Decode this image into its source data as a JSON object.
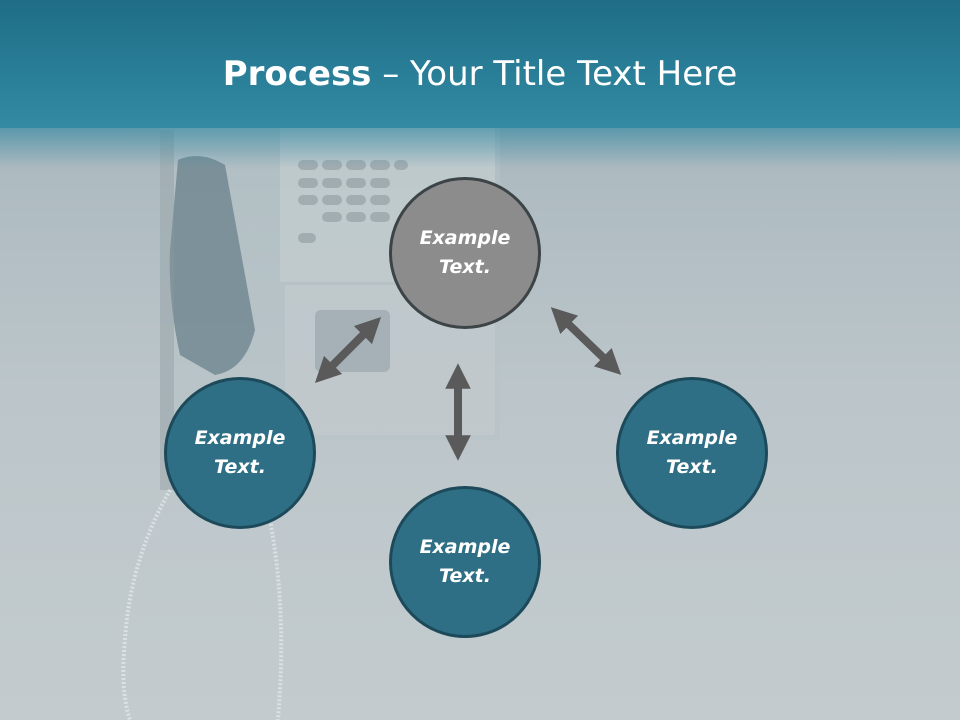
{
  "slide": {
    "title_bold": "Process",
    "title_rest": " – Your Title Text Here"
  },
  "nodes": {
    "top": "Example Text.",
    "left": "Example Text.",
    "bottom": "Example Text.",
    "right": "Example Text."
  },
  "colors": {
    "header": "#2a7f98",
    "node_fill": "#2f6f85",
    "node_top_fill": "#8c8c8c",
    "arrow": "#5a5a5a"
  },
  "icons": [
    "double-arrow-icon"
  ]
}
